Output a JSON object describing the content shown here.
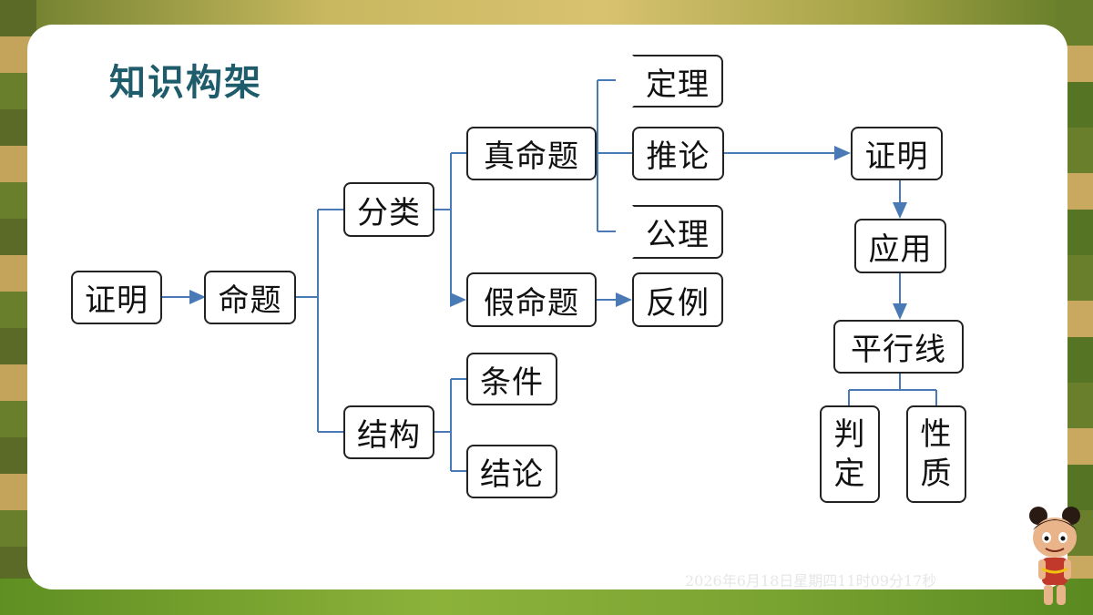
{
  "title": "知识构架",
  "nodes": {
    "zhengming_left": "证明",
    "mingti": "命题",
    "fenlei": "分类",
    "jiegou": "结构",
    "zhenmingti": "真命题",
    "jiamingti": "假命题",
    "tiaojian": "条件",
    "jielun": "结论",
    "dingli": "定理",
    "tuilun": "推论",
    "gongli": "公理",
    "fanli": "反例",
    "zhengming_right": "证明",
    "yingyong": "应用",
    "pingxingxian": "平行线",
    "panding": [
      "判",
      "定"
    ],
    "xingzhi": [
      "性",
      "质"
    ]
  },
  "timestamp": "2026年6月18日星期四11时09分17秒",
  "colors": {
    "connector": "#4a7ab5",
    "title": "#1f5c6b",
    "node_border": "#222222"
  },
  "icons": {
    "mascot": "cartoon-character-icon"
  }
}
